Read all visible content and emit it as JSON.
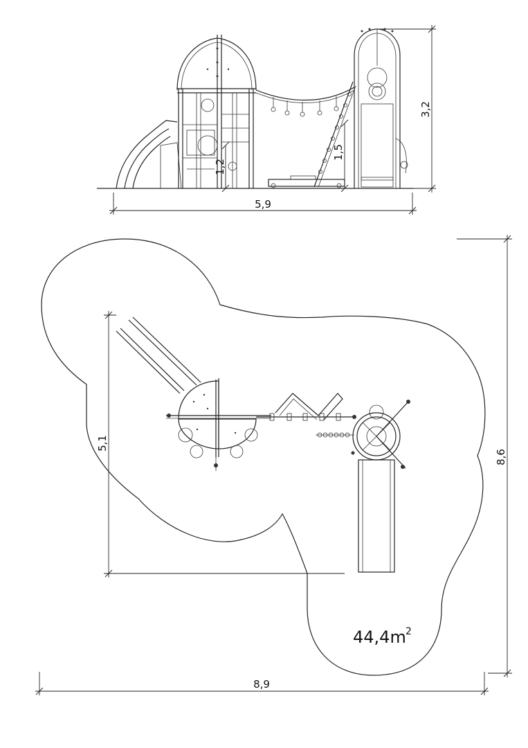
{
  "elevation": {
    "width_label": "5,9",
    "height_label": "3,2",
    "platform_height_label_1": "1,2",
    "platform_height_label_2": "1,5"
  },
  "plan": {
    "width_label": "8,9",
    "depth_label": "8,6",
    "equipment_depth_label": "5,1",
    "area_value": "44,4m",
    "area_exponent": "2"
  }
}
